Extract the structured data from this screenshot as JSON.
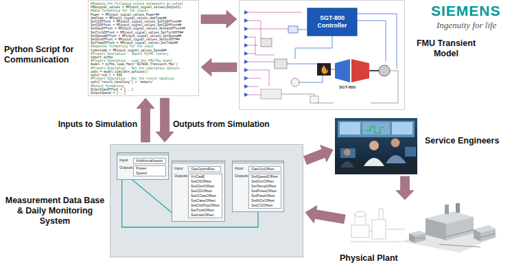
{
  "diagram": {
    "nodes": [
      {
        "text": [
          "Python Script for Communication",
          "#Reading the following output parameters as output",
          "FMUsignal_values = MPinput_signal_values(Output1)",
          "#Data formatting for the inputs",
          "Power = MPinput_signal_values_Power##",
          "AmbTemp = MPinput_signal_values_AmbTemp##",
          "SetCbOffset = MPinput_signal_values_SetCbOffset##",
          "SetCDOffset = MPinput_signal_values_SetCDOffset##",
          "SetGasOffset = MPinput_signal_values_SetGasOffset##",
          "SetTurbOffset = MPinput_signal_values_SetTurbOff##",
          "SetSpeedOffset = MPinput_signal_values_SetSpeed##",
          "SetGvnOffset = MPinput_signal_values_SetGvnOff##",
          "SetTempOffset = MPinput_signal_values_SetTemp##",
          "#Sequence formatting for the input",
          "timestamp = MPinput_signal_values_Speed##",
          "#Prepare Simulation - Import PyFMI library",
          "import pyfmi",
          "#Prepare Simulation - Load the FMU/fmu model",
          "model = pyfmi.load_fmu(r'SGT800_Transient.fmu')",
          "#Prepare Simulation - Set the simulation options",
          "opts = model.simulate_options()",
          "opts['ncp'] = 500",
          "#Prepare Simulation - Set the result handling",
          "opts['result_handling'] = 'memory'",
          "#Output formatting",
          "OutputGasOffset = [...]",
          "OutputSpeed = [...]"
        ]
      },
      {
        "text": [
          "FMU Transient Model",
          "SGT-800 Controller",
          "SGT-800"
        ]
      },
      {
        "text": [
          "Measurement Data Base & Daily Monitoring System"
        ]
      },
      {
        "text": [
          "Input",
          "AdditionalInputs",
          "Outputs",
          "Power",
          "Speed"
        ],
        "in": 2
      },
      {
        "text": [
          "Input",
          "GasOptimRes",
          "Outputs",
          "VnCasE",
          "SetCbOffset",
          "SetCbnlOffset",
          "SetCDOffset",
          "SetCGasOffset",
          "SetCaseOffset",
          "SetCbdTopOffset",
          "SetTurbOffset",
          "SetInletOffset"
        ],
        "in": 2
      },
      {
        "text": [
          "Input",
          "GasOutOffset",
          "Outputs",
          "SetSpeedOffset",
          "SetGvnOffset",
          "SetTempOffset",
          "SetPressOffset",
          "SetFlowOffset",
          "SetNOxOffset",
          "SetCOOffset"
        ],
        "in": 2
      },
      {
        "text": [
          "Service Engineers"
        ]
      },
      {
        "text": [
          "Physical Plant"
        ]
      }
    ],
    "edges": [
      {
        "from": 0,
        "to": 1,
        "arrow": "to"
      },
      {
        "from": 1,
        "to": 0,
        "arrow": "to"
      },
      {
        "from": 2,
        "to": 0,
        "label": "Inputs to Simulation",
        "arrow": "to"
      },
      {
        "from": 0,
        "to": 2,
        "label": "Outputs from Simulation",
        "arrow": "to"
      },
      {
        "from": 2,
        "to": 6,
        "arrow": "to"
      },
      {
        "from": 6,
        "to": 7,
        "arrow": "to"
      },
      {
        "from": 7,
        "to": 2,
        "arrow": "to"
      },
      {
        "from": 3,
        "to": 4,
        "arrow": "none"
      },
      {
        "from": 3,
        "to": 5,
        "arrow": "none"
      }
    ],
    "labels": [
      "SIEMENS",
      "Ingenuity for life"
    ]
  }
}
